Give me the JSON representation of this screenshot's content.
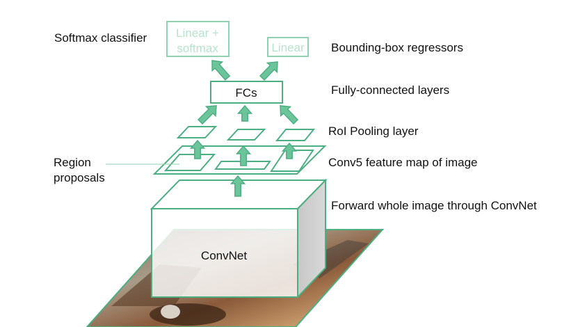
{
  "labels": {
    "softmax_classifier": "Softmax classifier",
    "bbox_regressors": "Bounding-box regressors",
    "fully_connected": "Fully-connected layers",
    "roi_pooling": "RoI Pooling layer",
    "conv5": "Conv5 feature map of image",
    "region": "Region",
    "proposals": "proposals",
    "forward": "Forward whole image through ConvNet"
  },
  "boxes": {
    "linear_softmax_line1": "Linear +",
    "linear_softmax_line2": "softmax",
    "linear": "Linear",
    "fcs": "FCs",
    "convnet": "ConvNet"
  },
  "colors": {
    "accent": "#4caf82",
    "arrow_fill": "#6cc59a",
    "faded": "#b7e3cd",
    "text": "#111111"
  }
}
